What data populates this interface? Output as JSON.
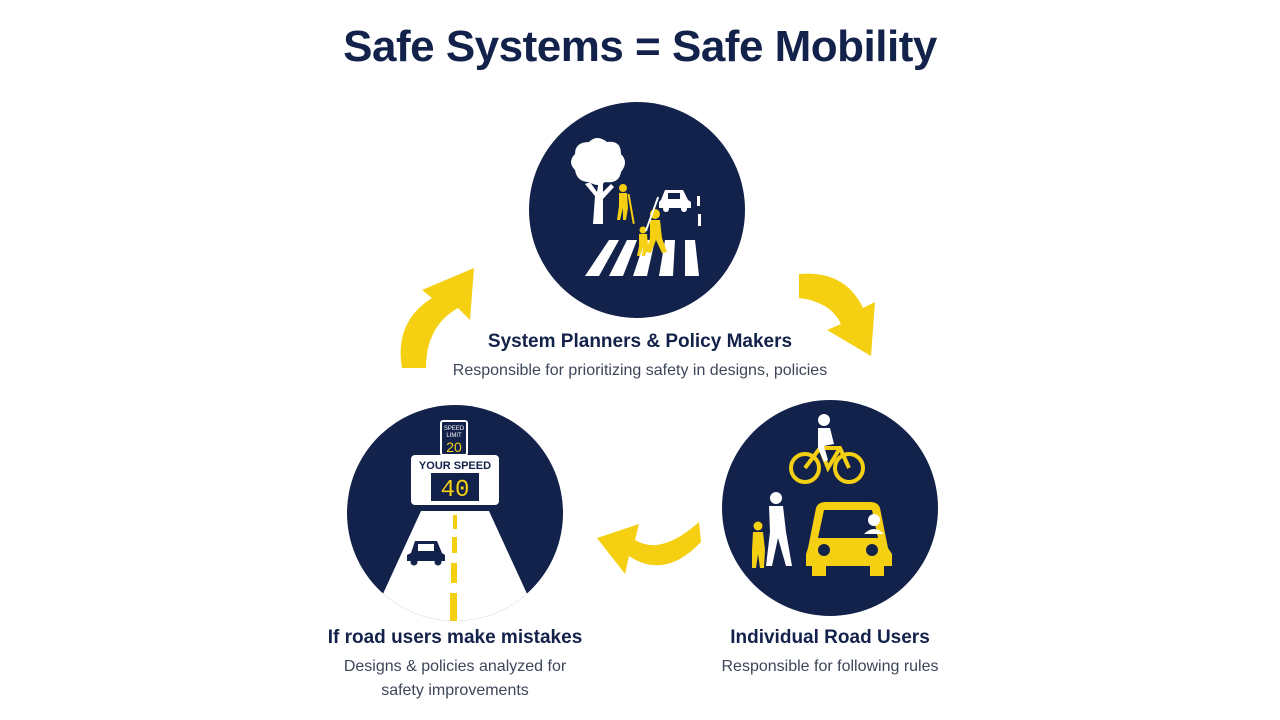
{
  "title": "Safe Systems = Safe Mobility",
  "colors": {
    "navy": "#13224a",
    "yellow": "#f5cf12",
    "white": "#ffffff"
  },
  "nodes": {
    "planners": {
      "heading": "System Planners & Policy Makers",
      "description": "Responsible for prioritizing safety in designs, policies"
    },
    "road_users": {
      "heading": "Individual Road Users",
      "description": "Responsible for following rules"
    },
    "mistakes": {
      "heading": "If road users make mistakes",
      "description_line1": "Designs & policies analyzed for",
      "description_line2": "safety improvements"
    }
  },
  "speed_sign": {
    "limit_top": "SPEED",
    "limit_mid": "LIMIT",
    "limit_value": "20",
    "feedback_label": "YOUR SPEED",
    "feedback_value": "40"
  },
  "icons": [
    "tree-icon",
    "pedestrian-icon",
    "car-icon",
    "crosswalk-icon",
    "cyclist-icon",
    "speed-sign-icon",
    "road-icon",
    "cycle-arrow-icon"
  ]
}
